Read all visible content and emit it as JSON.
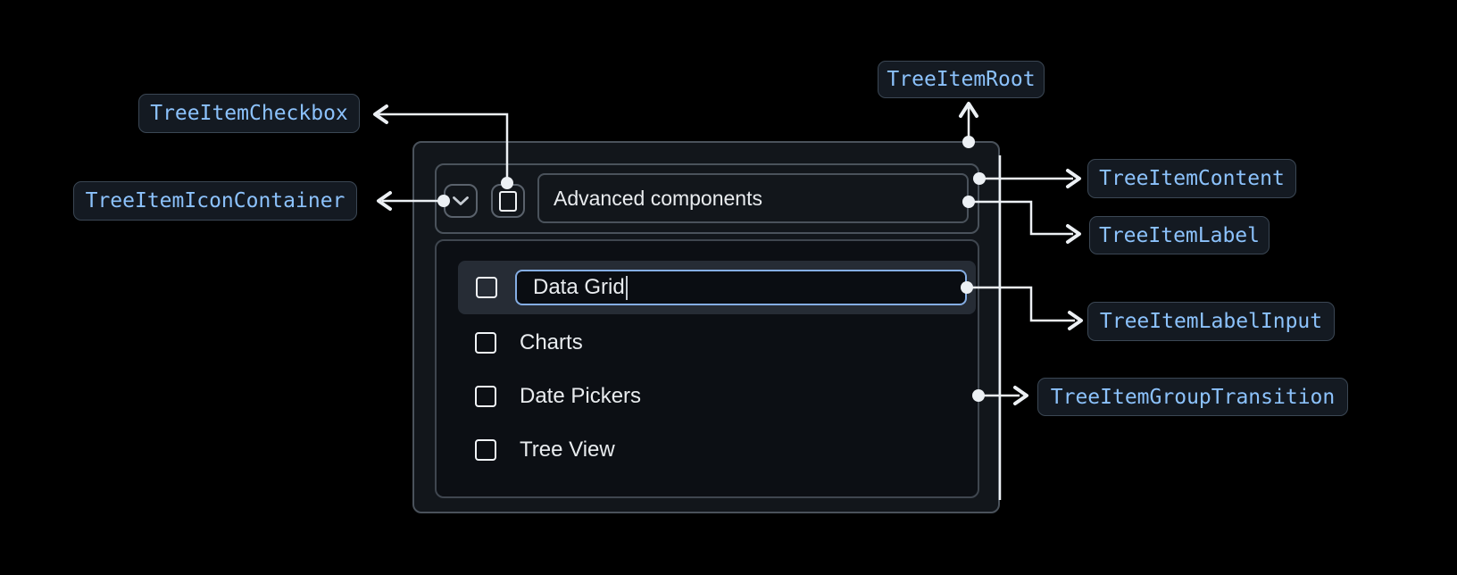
{
  "badges": {
    "root": "TreeItemRoot",
    "checkbox": "TreeItemCheckbox",
    "icon_container": "TreeItemIconContainer",
    "content": "TreeItemContent",
    "label": "TreeItemLabel",
    "label_input": "TreeItemLabelInput",
    "group_transition": "TreeItemGroupTransition"
  },
  "tree": {
    "parent": {
      "label": "Advanced components",
      "expanded": true,
      "checked": false
    },
    "editing_item": {
      "value": "Data Grid",
      "checked": false
    },
    "items": [
      "Charts",
      "Date Pickers",
      "Tree View"
    ]
  },
  "colors": {
    "badge_text": "#8cc2fc",
    "badge_background": "#141a22",
    "badge_border": "#3b4754",
    "connector": "#ecf0f4",
    "input_focus_border": "#85aee4",
    "row_highlight": "#262c35",
    "frame_border": "#4a525b",
    "page_background": "#000000"
  }
}
